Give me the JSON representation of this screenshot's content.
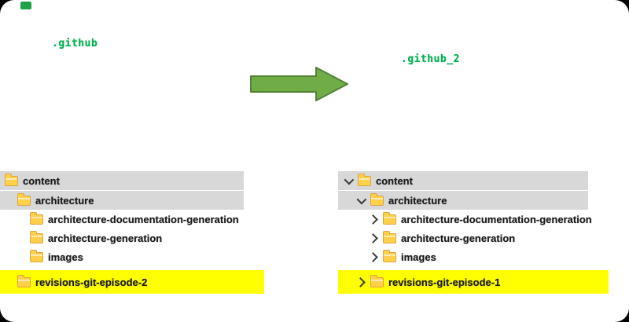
{
  "canvas": {
    "page_bg": "#000000",
    "bg": "#ffffff"
  },
  "labels": {
    "left_repo": ".github",
    "right_repo": ".github_2",
    "color": "#00b050"
  },
  "arrow": {
    "fill": "#71ad47",
    "stroke": "#538135"
  },
  "decor": {
    "corner_mark_color": "#21a04a"
  },
  "highlight_colors": {
    "selected_gray": "#d8d8d8",
    "marker_yellow": "#ffff00"
  },
  "folder_icon_color": "#ffd04a",
  "trees": {
    "left": {
      "has_chevrons": false,
      "items": [
        {
          "label": "content",
          "indent": 0,
          "highlight": "gray",
          "chevron": null
        },
        {
          "label": "architecture",
          "indent": 1,
          "highlight": "gray",
          "chevron": null
        },
        {
          "label": "architecture-documentation-generation",
          "indent": 2,
          "highlight": null,
          "chevron": null
        },
        {
          "label": "architecture-generation",
          "indent": 2,
          "highlight": null,
          "chevron": null
        },
        {
          "label": "images",
          "indent": 2,
          "highlight": null,
          "chevron": null
        },
        {
          "label": "revisions-git-episode-2",
          "indent": 1,
          "highlight": "yellow",
          "chevron": null
        }
      ]
    },
    "right": {
      "has_chevrons": true,
      "items": [
        {
          "label": "content",
          "indent": 0,
          "highlight": "gray",
          "chevron": "expanded"
        },
        {
          "label": "architecture",
          "indent": 1,
          "highlight": "gray",
          "chevron": "expanded"
        },
        {
          "label": "architecture-documentation-generation",
          "indent": 2,
          "highlight": null,
          "chevron": "collapsed"
        },
        {
          "label": "architecture-generation",
          "indent": 2,
          "highlight": null,
          "chevron": "collapsed"
        },
        {
          "label": "images",
          "indent": 2,
          "highlight": null,
          "chevron": "collapsed"
        },
        {
          "label": "revisions-git-episode-1",
          "indent": 1,
          "highlight": "yellow",
          "chevron": "collapsed"
        }
      ]
    }
  }
}
